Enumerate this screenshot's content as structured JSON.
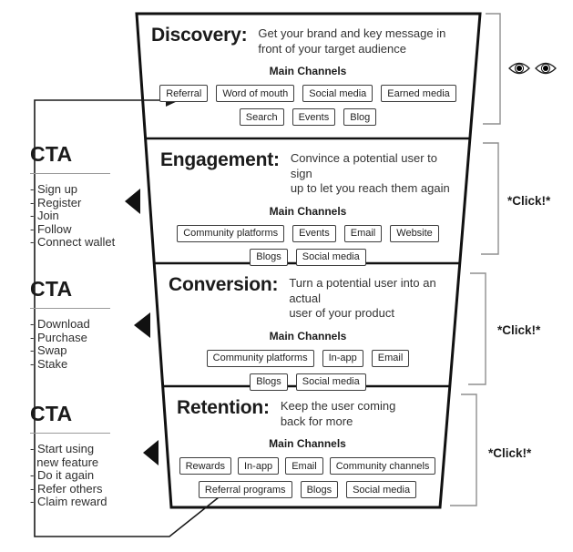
{
  "funnel": {
    "sections": [
      {
        "title": "Discovery:",
        "description": "Get your brand and key message in\nfront of your target audience",
        "channels_heading": "Main Channels",
        "channels_row1": [
          "Referral",
          "Word of mouth",
          "Social media",
          "Earned media"
        ],
        "channels_row2": [
          "Search",
          "Events",
          "Blog"
        ]
      },
      {
        "title": "Engagement:",
        "description": "Convince a potential user to sign\nup to let you reach them again",
        "channels_heading": "Main Channels",
        "channels_row1": [
          "Community platforms",
          "Events",
          "Email",
          "Website"
        ],
        "channels_row2": [
          "Blogs",
          "Social media"
        ]
      },
      {
        "title": "Conversion:",
        "description": "Turn a potential user into an actual\nuser of your product",
        "channels_heading": "Main Channels",
        "channels_row1": [
          "Community platforms",
          "In-app",
          "Email"
        ],
        "channels_row2": [
          "Blogs",
          "Social media"
        ]
      },
      {
        "title": "Retention:",
        "description": "Keep the user coming\nback for more",
        "channels_heading": "Main Channels",
        "channels_row1": [
          "Rewards",
          "In-app",
          "Email",
          "Community channels"
        ],
        "channels_row2": [
          "Referral programs",
          "Blogs",
          "Social media"
        ]
      }
    ]
  },
  "cta_blocks": [
    {
      "title": "CTA",
      "items": [
        "- Sign up",
        "- Register",
        "- Join",
        "- Follow",
        "- Connect wallet"
      ]
    },
    {
      "title": "CTA",
      "items": [
        "- Download",
        "- Purchase",
        "- Swap",
        "- Stake"
      ]
    },
    {
      "title": "CTA",
      "items": [
        "- Start using\n  new feature",
        "- Do it again",
        "- Refer others",
        "- Claim reward"
      ]
    }
  ],
  "click_labels": [
    "*Click!*",
    "*Click!*",
    "*Click!*"
  ],
  "icons": {
    "discovery_annotation": "eyes-icon",
    "feedback_loop": "arrow-loop-icon",
    "cta_pointer": "left-triangle-icon"
  },
  "colors": {
    "line": "#111111",
    "bracket": "#8f8f8f",
    "text": "#222222",
    "background": "#ffffff"
  }
}
